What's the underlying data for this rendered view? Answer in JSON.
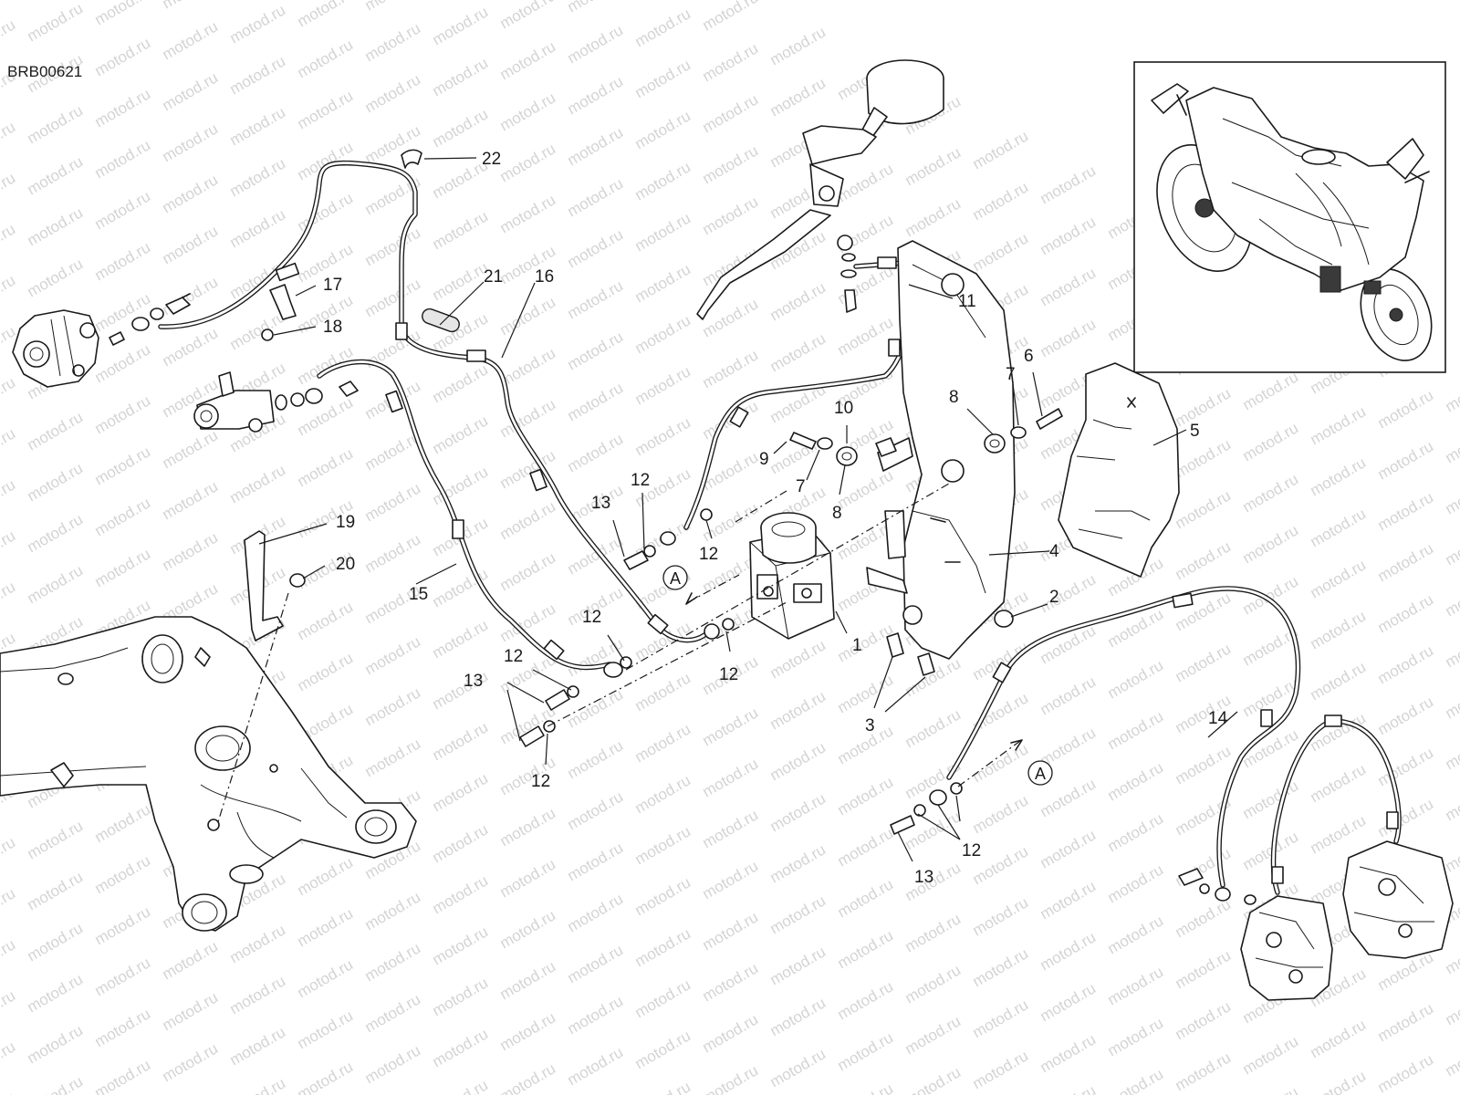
{
  "figure_code": "BRB00621",
  "watermark_text": "motod.ru",
  "reference_letter": "A",
  "callouts": [
    {
      "id": "c1",
      "label": "1"
    },
    {
      "id": "c2",
      "label": "2"
    },
    {
      "id": "c3",
      "label": "3"
    },
    {
      "id": "c4",
      "label": "4"
    },
    {
      "id": "c5",
      "label": "5"
    },
    {
      "id": "c6",
      "label": "6"
    },
    {
      "id": "c7a",
      "label": "7"
    },
    {
      "id": "c7b",
      "label": "7"
    },
    {
      "id": "c8a",
      "label": "8"
    },
    {
      "id": "c8b",
      "label": "8"
    },
    {
      "id": "c9",
      "label": "9"
    },
    {
      "id": "c10",
      "label": "10"
    },
    {
      "id": "c11",
      "label": "11"
    },
    {
      "id": "c12a",
      "label": "12"
    },
    {
      "id": "c12b",
      "label": "12"
    },
    {
      "id": "c12c",
      "label": "12"
    },
    {
      "id": "c12d",
      "label": "12"
    },
    {
      "id": "c12e",
      "label": "12"
    },
    {
      "id": "c12f",
      "label": "12"
    },
    {
      "id": "c12g",
      "label": "12"
    },
    {
      "id": "c13a",
      "label": "13"
    },
    {
      "id": "c13b",
      "label": "13"
    },
    {
      "id": "c13c",
      "label": "13"
    },
    {
      "id": "c14",
      "label": "14"
    },
    {
      "id": "c15",
      "label": "15"
    },
    {
      "id": "c16",
      "label": "16"
    },
    {
      "id": "c17",
      "label": "17"
    },
    {
      "id": "c18",
      "label": "18"
    },
    {
      "id": "c19",
      "label": "19"
    },
    {
      "id": "c20",
      "label": "20"
    },
    {
      "id": "c21",
      "label": "21"
    },
    {
      "id": "c22",
      "label": "22"
    }
  ]
}
